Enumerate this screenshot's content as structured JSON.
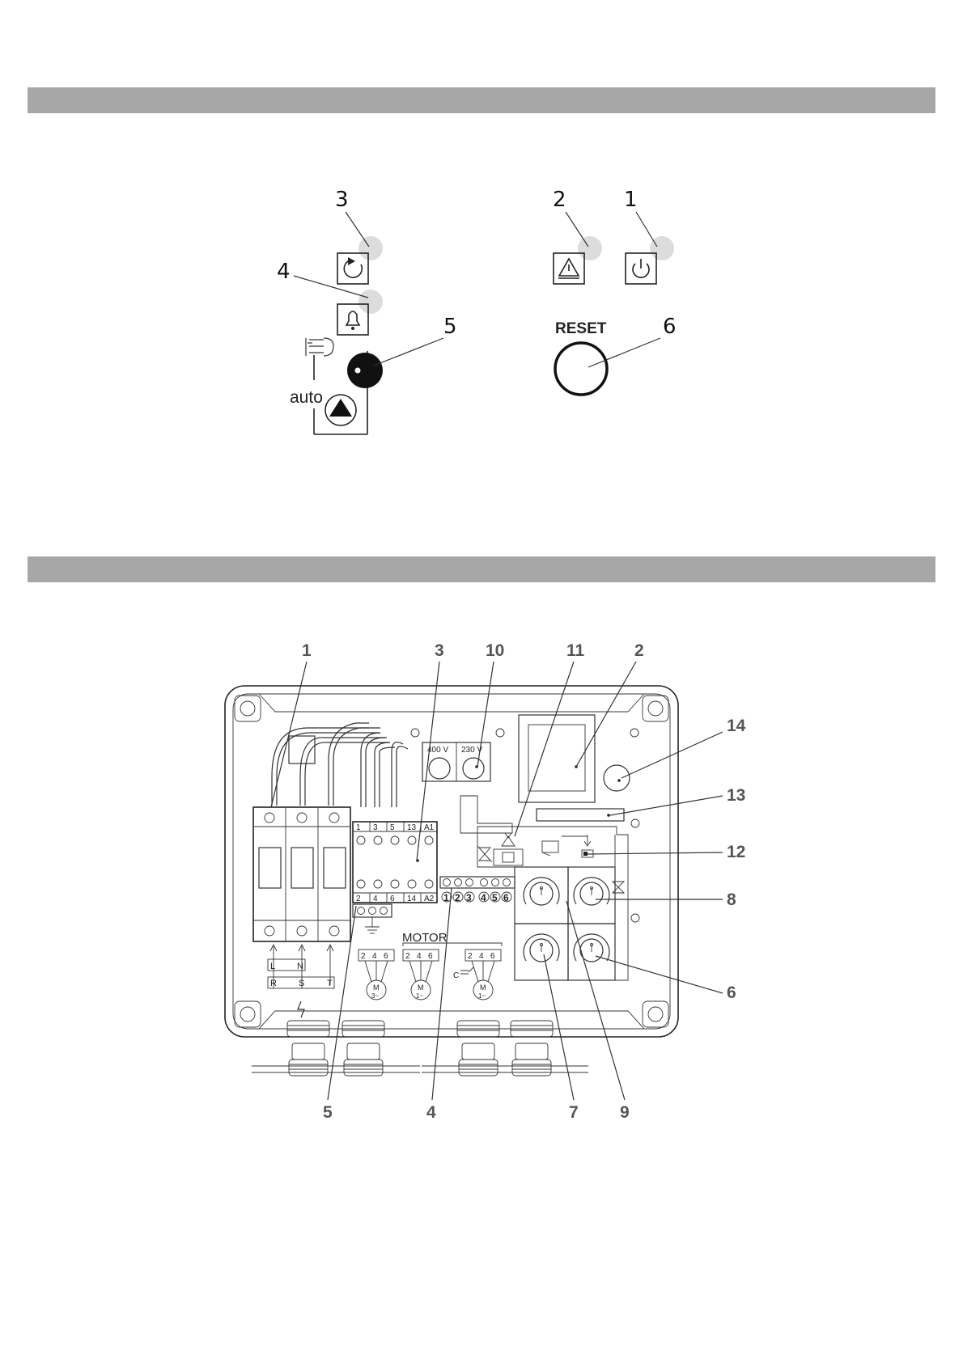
{
  "panel": {
    "callouts": {
      "c1": "1",
      "c2": "2",
      "c3": "3",
      "c4": "4",
      "c5": "5",
      "c6": "6"
    },
    "reset_label": "RESET",
    "auto_label": "auto"
  },
  "board": {
    "callouts": {
      "c1": "1",
      "c2": "2",
      "c3": "3",
      "c4": "4",
      "c5": "5",
      "c6": "6",
      "c7": "7",
      "c8": "8",
      "c9": "9",
      "c10": "10",
      "c11": "11",
      "c12": "12",
      "c13": "13",
      "c14": "14"
    },
    "voltage_400": "400 V",
    "voltage_230": "230 V",
    "motor_label": "MOTOR",
    "contactor_top": [
      "1",
      "3",
      "5",
      "13",
      "A1"
    ],
    "contactor_bottom": [
      "2",
      "4",
      "6",
      "14",
      "A2"
    ],
    "terminal_numbers": [
      "1",
      "2",
      "3",
      "4",
      "5",
      "6"
    ],
    "supply_ln": [
      "L",
      "N"
    ],
    "supply_rst": [
      "R",
      "S",
      "T"
    ],
    "motor_terms": [
      "2",
      "4",
      "6"
    ],
    "motor_3ph": "3~",
    "motor_1ph": "1~",
    "motor_m": "M",
    "cap_label": "C"
  }
}
